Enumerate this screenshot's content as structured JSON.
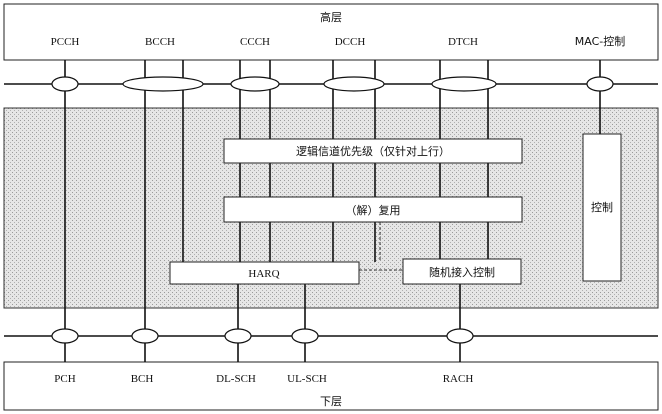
{
  "upper_layer": "高层",
  "lower_layer": "下层",
  "logical_channels": [
    "PCCH",
    "BCCH",
    "CCCH",
    "DCCH",
    "DTCH",
    "MAC-控制"
  ],
  "transport_channels": [
    "PCH",
    "BCH",
    "DL-SCH",
    "UL-SCH",
    "RACH"
  ],
  "blocks": {
    "priority": "逻辑信道优先级（仅针对上行）",
    "mux": "（解）复用",
    "harq": "HARQ",
    "random_access": "随机接入控制",
    "control": "控制"
  },
  "colors": {
    "mac_fill": "#cfcfcf",
    "line": "#111111",
    "box": "#ffffff"
  }
}
